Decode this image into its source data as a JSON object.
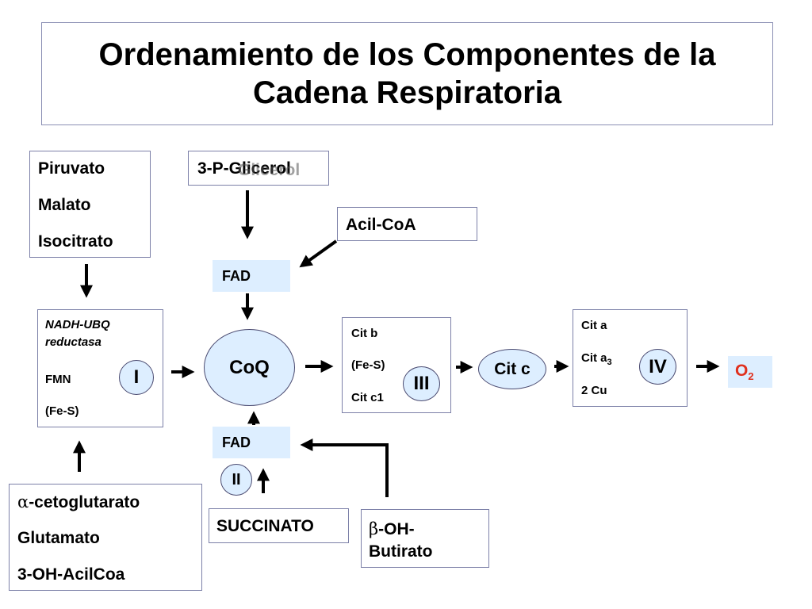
{
  "title": {
    "line1": "Ordenamiento de los Componentes de la",
    "line2": "Cadena Respiratoria"
  },
  "substrates_top_left": [
    "Piruvato",
    "Malato",
    "Isocitrato"
  ],
  "glycerol": {
    "text": "3-P-Glicerol",
    "overlap_text": "Glicerol"
  },
  "acyl_coa": "Acil-CoA",
  "fad_top": "FAD",
  "fad_bottom": "FAD",
  "complex_I": {
    "name_line1": "NADH-UBQ",
    "name_line2": "reductasa",
    "fmn": "FMN",
    "fes": "(Fe-S)",
    "roman": "I"
  },
  "coq": "CoQ",
  "complex_III": {
    "cit_b": "Cit b",
    "fes": "(Fe-S)",
    "cit_c1": "Cit c1",
    "roman": "III"
  },
  "cit_c": "Cit c",
  "complex_IV": {
    "cit_a": "Cit a",
    "cit_a3_base": "Cit a",
    "cit_a3_sub": "3",
    "cu": "2 Cu",
    "roman": "IV"
  },
  "oxygen": {
    "base": "O",
    "sub": "2",
    "color": "#e0301e"
  },
  "complex_II": "II",
  "succinato": "SUCCINATO",
  "butirato": {
    "greek": "β",
    "line1": "-OH-",
    "line2": "Butirato"
  },
  "substrates_bottom_left": {
    "greek": "α",
    "line1": "-cetoglutarato",
    "line2": "Glutamato",
    "line3": "3-OH-AcilCoa"
  }
}
